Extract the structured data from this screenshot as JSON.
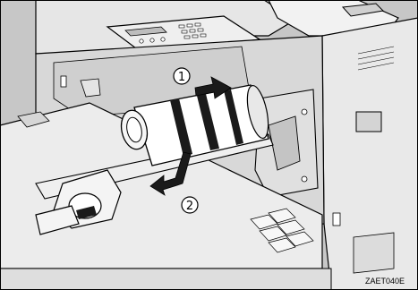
{
  "figure": {
    "steps": [
      {
        "number": "1",
        "glyph": "①"
      },
      {
        "number": "2",
        "glyph": "②"
      }
    ],
    "figure_code": "ZAET040E",
    "colors": {
      "background": "#c7c7c7",
      "machine_light": "#f2f2f2",
      "machine_mid": "#d9d9d9",
      "shadow": "#8c8c8c",
      "line": "#000000",
      "toner_white": "#ffffff",
      "toner_dark": "#1a1a1a"
    }
  }
}
